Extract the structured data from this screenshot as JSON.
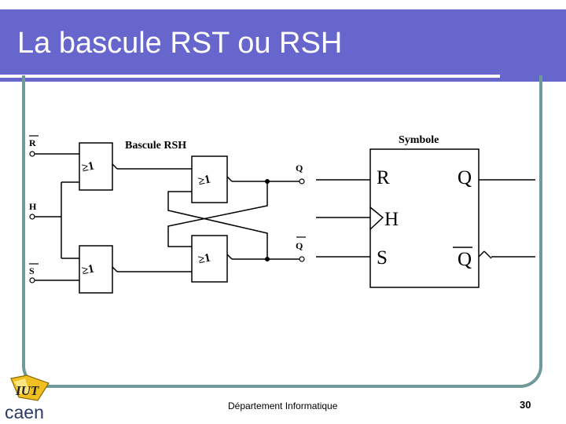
{
  "slide": {
    "title": "La bascule RST ou RSH",
    "footer": "Département Informatique",
    "page_number": "30"
  },
  "logo": {
    "text": "caen",
    "badge_text": "IUT"
  },
  "schematic": {
    "title": "Bascule RSH",
    "inputs": {
      "r": "R",
      "h": "H",
      "s": "S"
    },
    "outputs": {
      "q": "Q",
      "qbar": "Q"
    },
    "gate_label": "≥1"
  },
  "symbol": {
    "title": "Symbole",
    "r": "R",
    "h": "H",
    "s": "S",
    "q": "Q",
    "qbar": "Q"
  },
  "colors": {
    "title_bar": "#6666cc",
    "frame": "#6f9a9a"
  }
}
